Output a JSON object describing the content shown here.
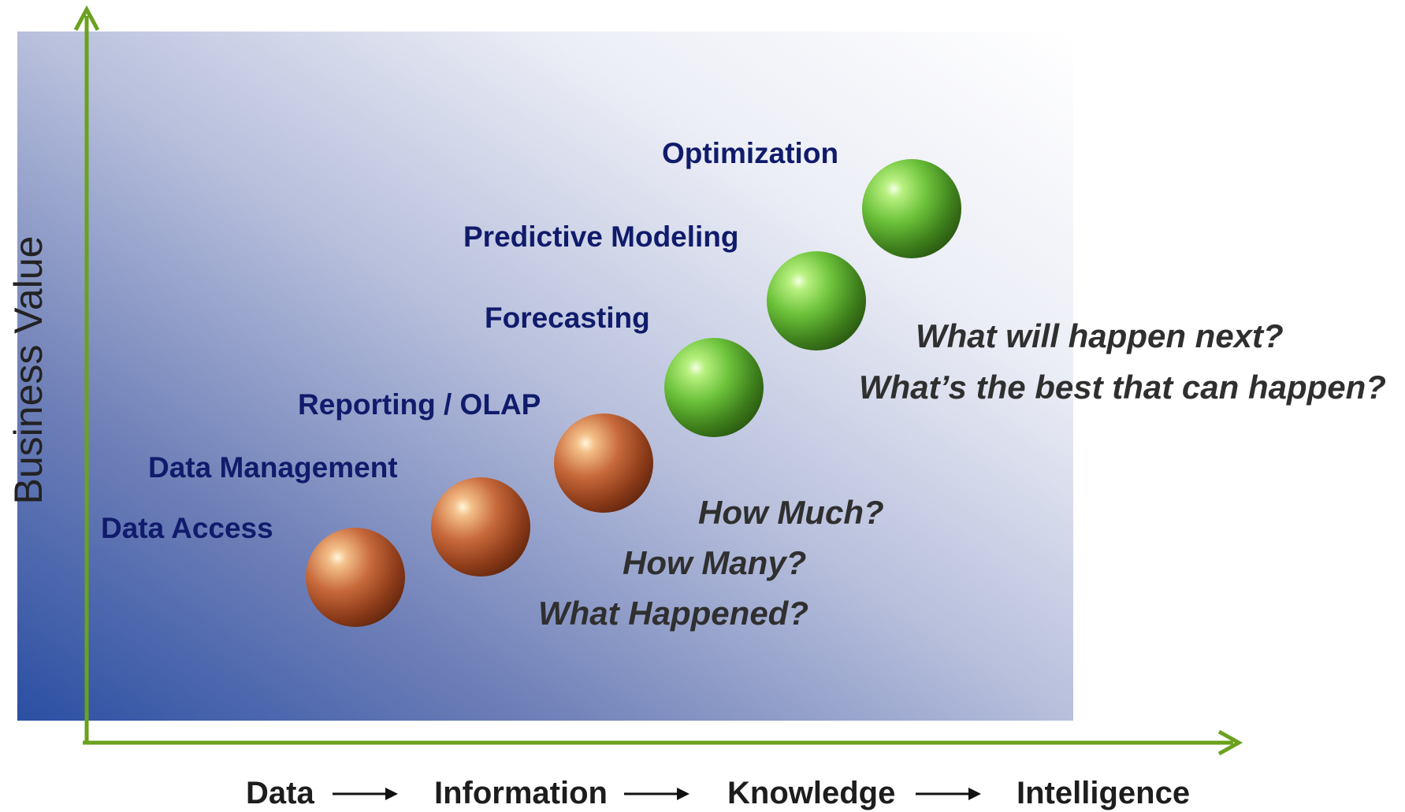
{
  "y_axis": {
    "label": "Business Value"
  },
  "x_axis": {
    "stages": [
      "Data",
      "Information",
      "Knowledge",
      "Intelligence"
    ]
  },
  "stages": [
    {
      "label": "Data Access",
      "tier": "orange"
    },
    {
      "label": "Data Management",
      "tier": "orange"
    },
    {
      "label": "Reporting / OLAP",
      "tier": "orange"
    },
    {
      "label": "Forecasting",
      "tier": "green"
    },
    {
      "label": "Predictive Modeling",
      "tier": "green"
    },
    {
      "label": "Optimization",
      "tier": "green"
    }
  ],
  "questions": {
    "descriptive": [
      "How Much?",
      "How Many?",
      "What Happened?"
    ],
    "predictive": [
      "What will happen next?",
      "What’s the best that can happen?"
    ]
  },
  "colors": {
    "axis": "#6aa11e",
    "stage_label": "#101b6b",
    "question_text": "#2f2f2f",
    "background_dark": "#2b4fa3",
    "sphere_orange": "#b5522a",
    "sphere_green": "#5fae2e"
  }
}
